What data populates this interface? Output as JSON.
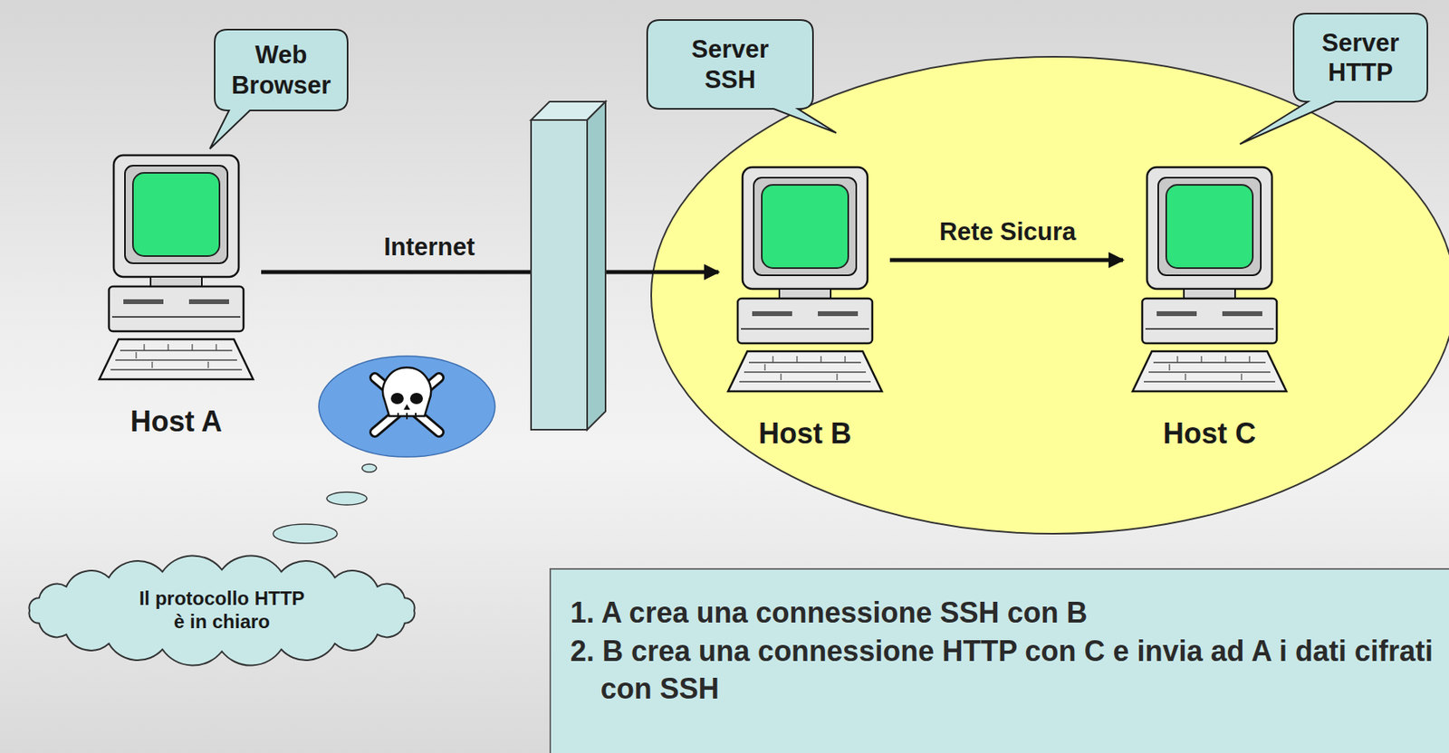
{
  "diagram": {
    "nodes": [
      {
        "text": [
          "Web Browser"
        ]
      },
      {
        "text": [
          "Server SSH"
        ]
      },
      {
        "text": [
          "Server HTTP"
        ]
      },
      {
        "text": [
          "Host A"
        ]
      },
      {
        "text": [
          "Host B"
        ]
      },
      {
        "text": [
          "Host C"
        ]
      },
      {
        "text": [
          "Il protocollo HTTP è in chiaro"
        ]
      },
      {
        "text": [
          "1. A crea una connessione SSH con B",
          "2. B crea una connessione HTTP con C e invia ad A i dati cifrati con SSH"
        ]
      }
    ],
    "edges": [
      {
        "from": 3,
        "to": 4,
        "arrow": "to",
        "label": "Internet"
      },
      {
        "from": 4,
        "to": 5,
        "arrow": "to",
        "label": "Rete Sicura"
      }
    ]
  }
}
